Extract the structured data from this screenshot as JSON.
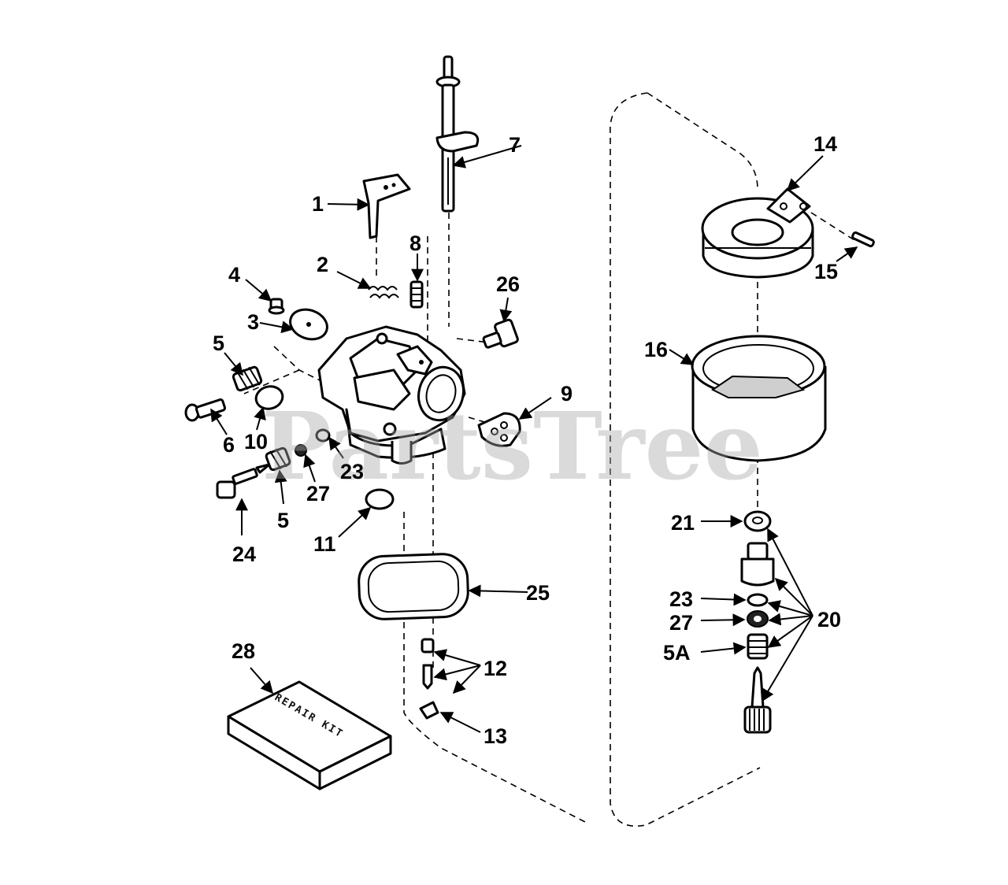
{
  "diagram": {
    "watermark": "PartsTree",
    "kit_label": "REPAIR KIT",
    "callouts": {
      "p1": "1",
      "p2": "2",
      "p3": "3",
      "p4": "4",
      "p5a": "5",
      "p5b": "5",
      "p6": "6",
      "p7": "7",
      "p8": "8",
      "p9": "9",
      "p10": "10",
      "p11": "11",
      "p12": "12",
      "p13": "13",
      "p14": "14",
      "p15": "15",
      "p16": "16",
      "p20": "20",
      "p21": "21",
      "p23a": "23",
      "p23b": "23",
      "p24": "24",
      "p25": "25",
      "p26": "26",
      "p27a": "27",
      "p27b": "27",
      "p28": "28",
      "p5A": "5A"
    }
  }
}
